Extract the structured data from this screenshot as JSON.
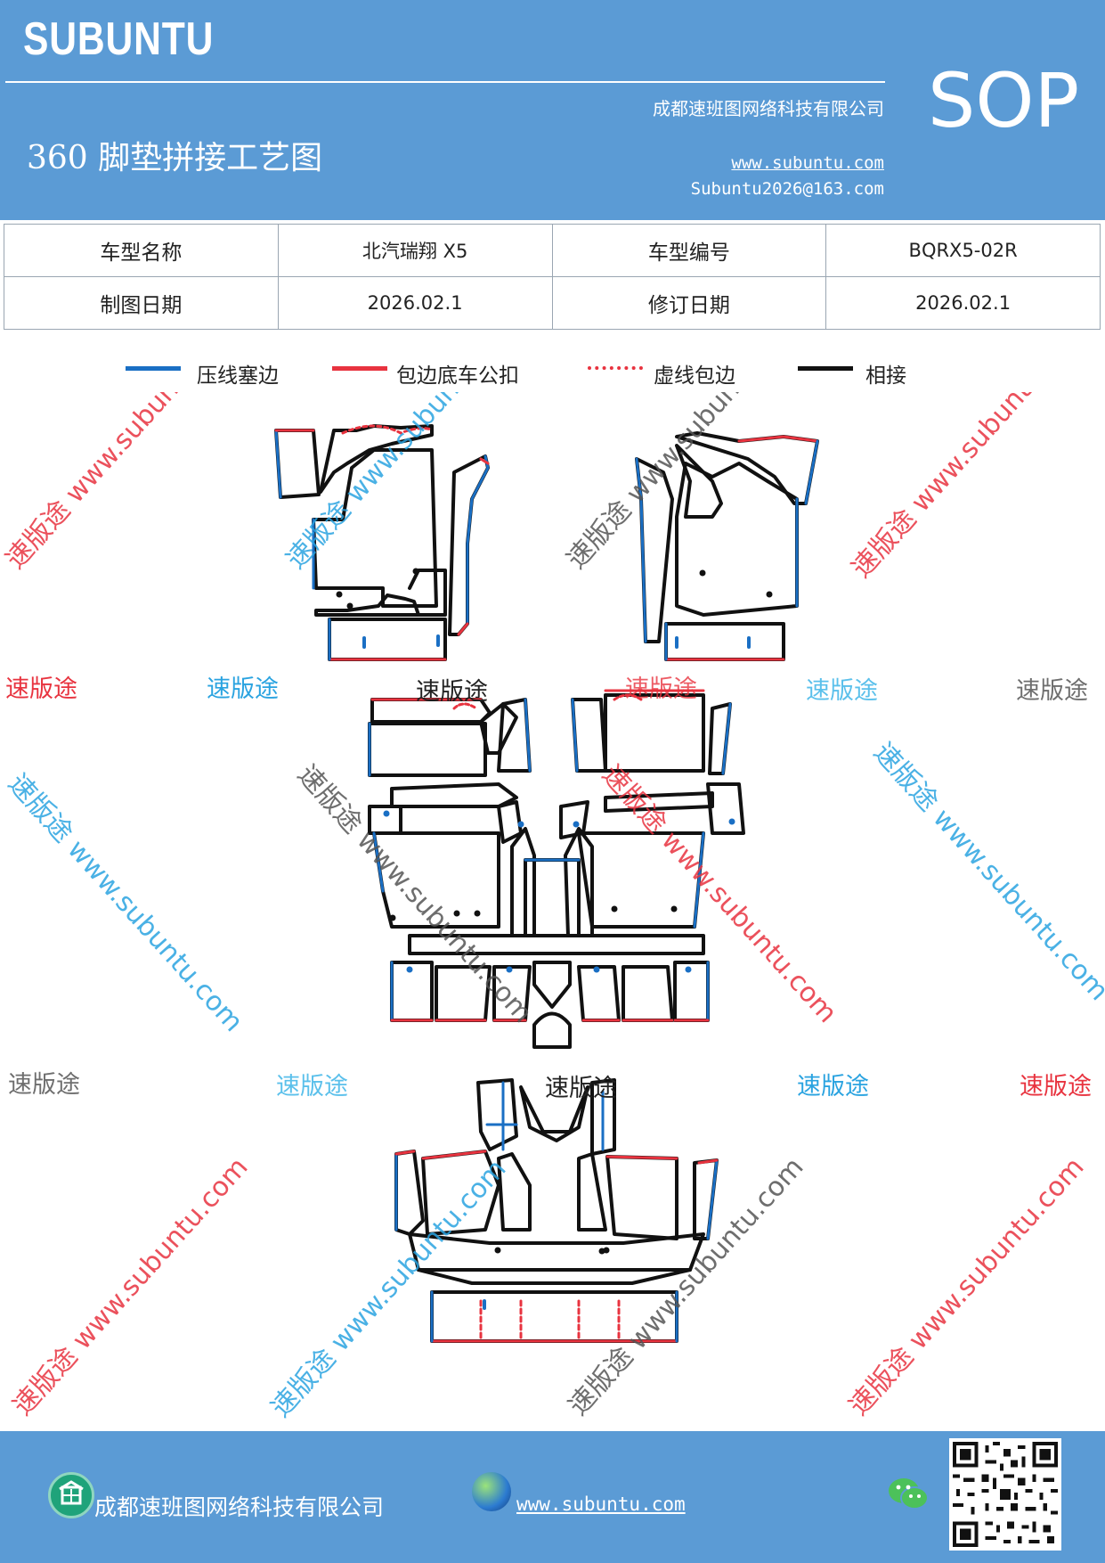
{
  "header": {
    "brand": "SUBUNTU",
    "company": "成都速班图网络科技有限公司",
    "title": "360 脚垫拼接工艺图",
    "website": "www.subuntu.com",
    "email": "Subuntu2026@163.com",
    "doc_type": "SOP"
  },
  "info_table": {
    "row1": {
      "label1": "车型名称",
      "value1": "北汽瑞翔 X5",
      "label2": "车型编号",
      "value2": "BQRX5-02R"
    },
    "row2": {
      "label1": "制图日期",
      "value1": "2026.02.1",
      "label2": "修订日期",
      "value2": "2026.02.1"
    }
  },
  "legend": [
    {
      "label": "压线塞边",
      "color": "#1a6fc4",
      "style": "solid"
    },
    {
      "label": "包边底车公扣",
      "color": "#e8333f",
      "style": "solid"
    },
    {
      "label": "虚线包边",
      "color": "#e8333f",
      "style": "dotted"
    },
    {
      "label": "相接",
      "color": "#111111",
      "style": "solid"
    }
  ],
  "watermarks": {
    "url": "www.subuntu.com",
    "brand": "速版途",
    "diagonal": "速版途 www.subuntu.com"
  },
  "footer": {
    "company": "成都速班图网络科技有限公司",
    "website": "www.subuntu.com "
  },
  "colors": {
    "header_bg": "#5b9bd5",
    "blue_edge": "#1a6fc4",
    "red_edge": "#e8333f",
    "outline": "#111111"
  }
}
